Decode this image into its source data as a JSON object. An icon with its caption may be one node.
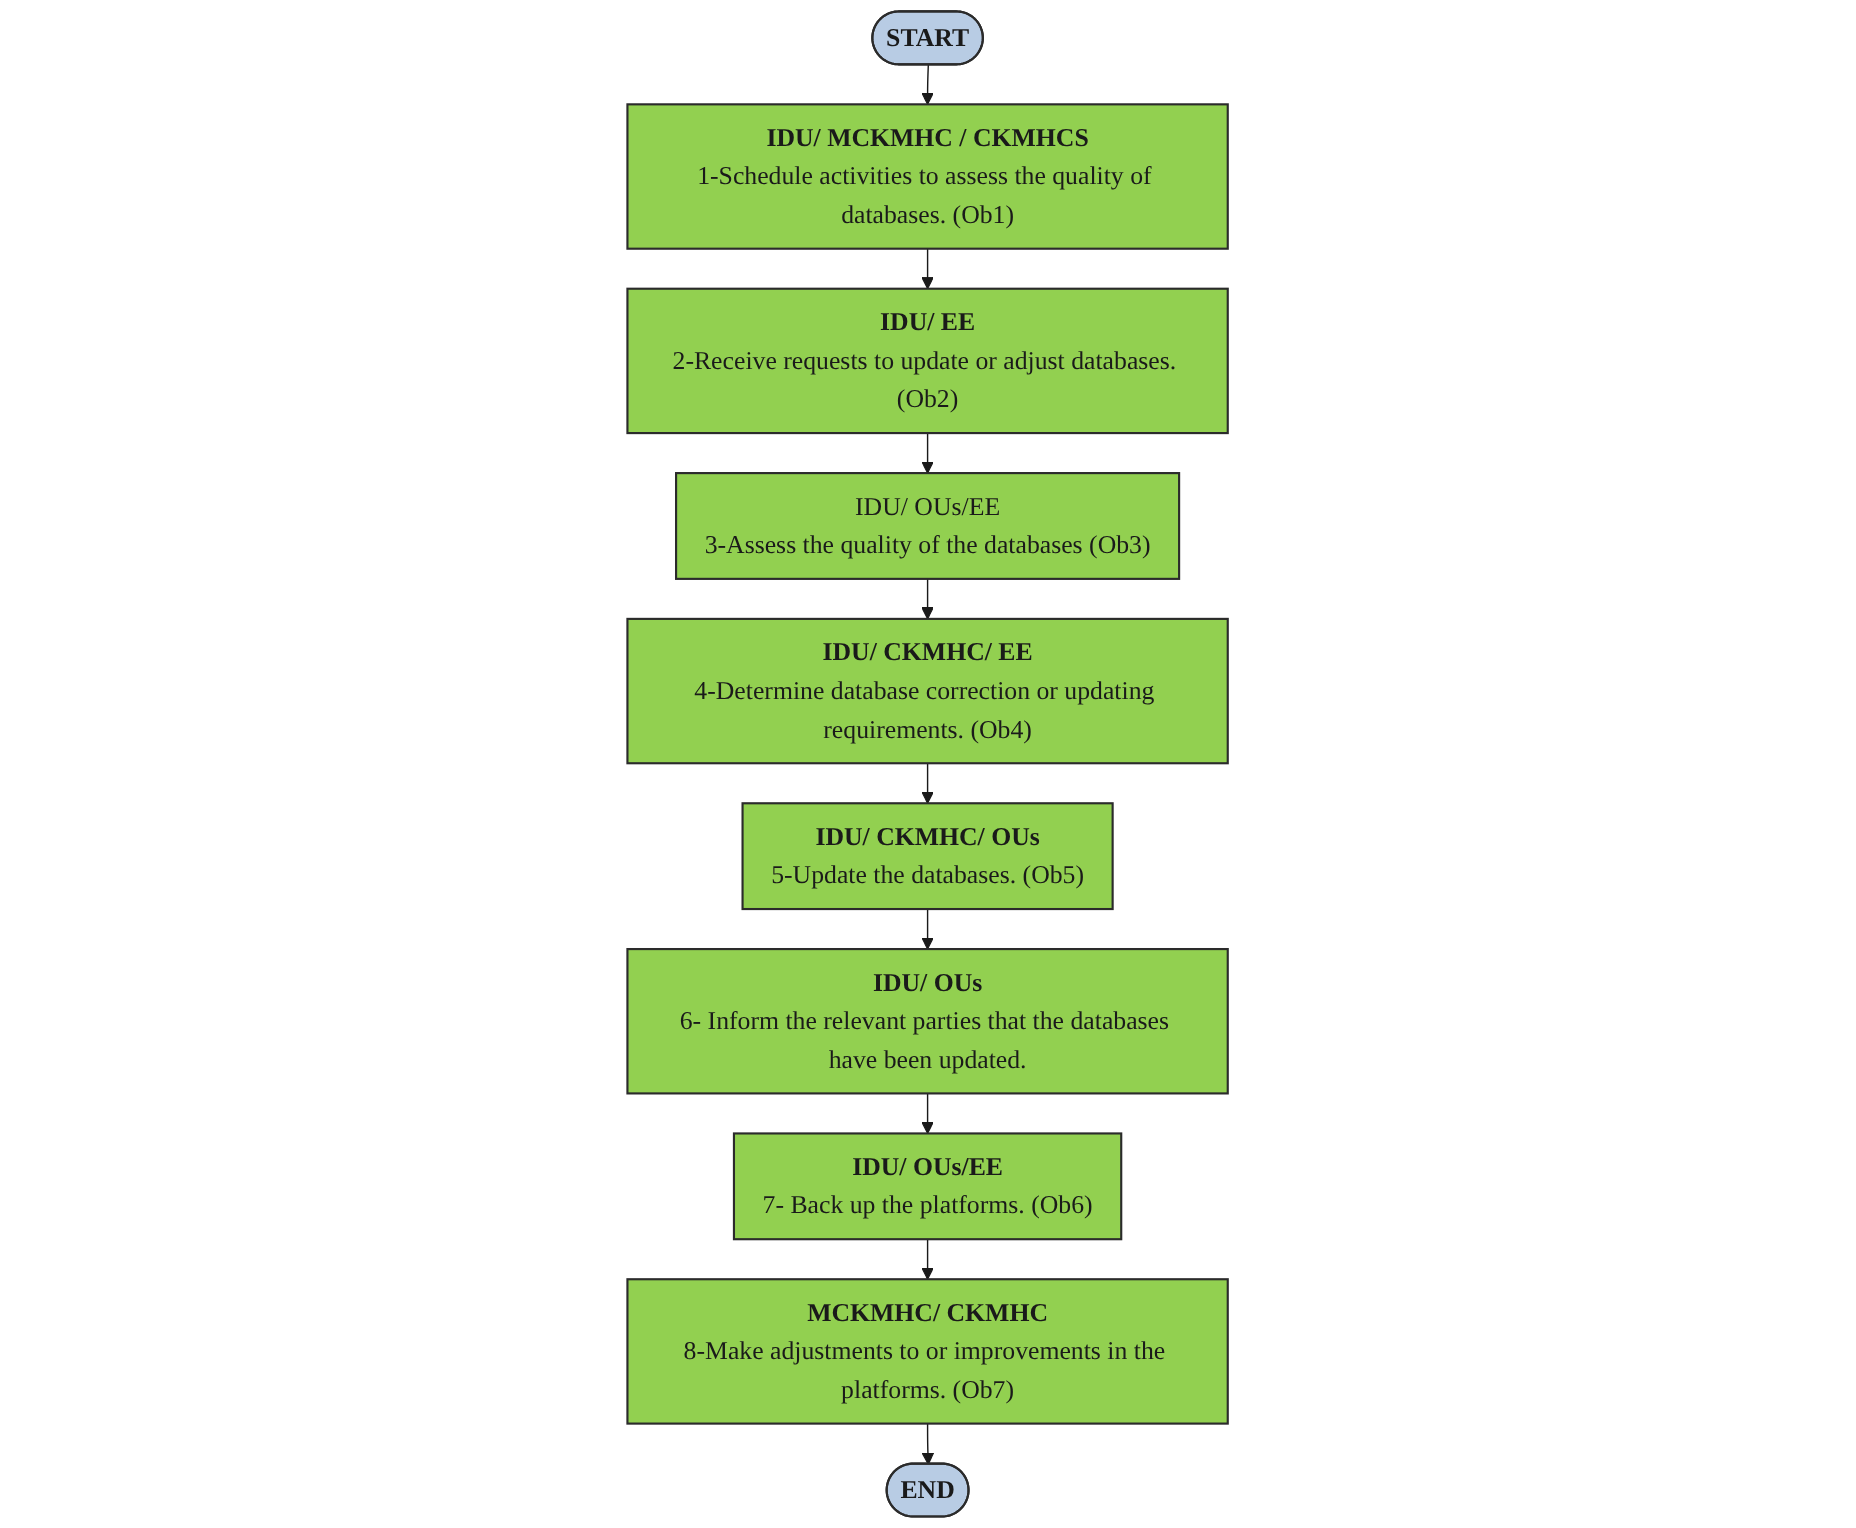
{
  "diagram": {
    "nodes": [
      {
        "text": [
          "START"
        ]
      },
      {
        "text": [
          "IDU/ MCKMHC / CKMHCS",
          "1-Schedule activities to assess the quality of databases. (Ob1)"
        ]
      },
      {
        "text": [
          "IDU/ EE",
          "2-Receive requests to update or adjust databases. (Ob2)"
        ]
      },
      {
        "text": [
          "IDU/ OUs/EE",
          "3-Assess the quality of the databases (Ob3)"
        ]
      },
      {
        "text": [
          "IDU/ CKMHC/ EE",
          "4-Determine database correction or updating requirements. (Ob4)"
        ]
      },
      {
        "text": [
          "IDU/ CKMHC/ OUs",
          "5-Update the databases. (Ob5)"
        ]
      },
      {
        "text": [
          "IDU/ OUs",
          "6- Inform the relevant parties that the databases have been updated."
        ]
      },
      {
        "text": [
          "IDU/ OUs/EE",
          "7- Back up the platforms. (Ob6)"
        ]
      },
      {
        "text": [
          "MCKMHC/ CKMHC",
          "8-Make adjustments to or improvements in the platforms. (Ob7)"
        ]
      },
      {
        "text": [
          "END"
        ]
      }
    ],
    "edges": [
      {
        "from": 0,
        "to": 1,
        "arrow": "to"
      },
      {
        "from": 1,
        "to": 2,
        "arrow": "to"
      },
      {
        "from": 2,
        "to": 3,
        "arrow": "to"
      },
      {
        "from": 3,
        "to": 4,
        "arrow": "to"
      },
      {
        "from": 4,
        "to": 5,
        "arrow": "to"
      },
      {
        "from": 5,
        "to": 6,
        "arrow": "to"
      },
      {
        "from": 6,
        "to": 7,
        "arrow": "to"
      },
      {
        "from": 7,
        "to": 8,
        "arrow": "to"
      },
      {
        "from": 8,
        "to": 9,
        "arrow": "to"
      }
    ]
  }
}
